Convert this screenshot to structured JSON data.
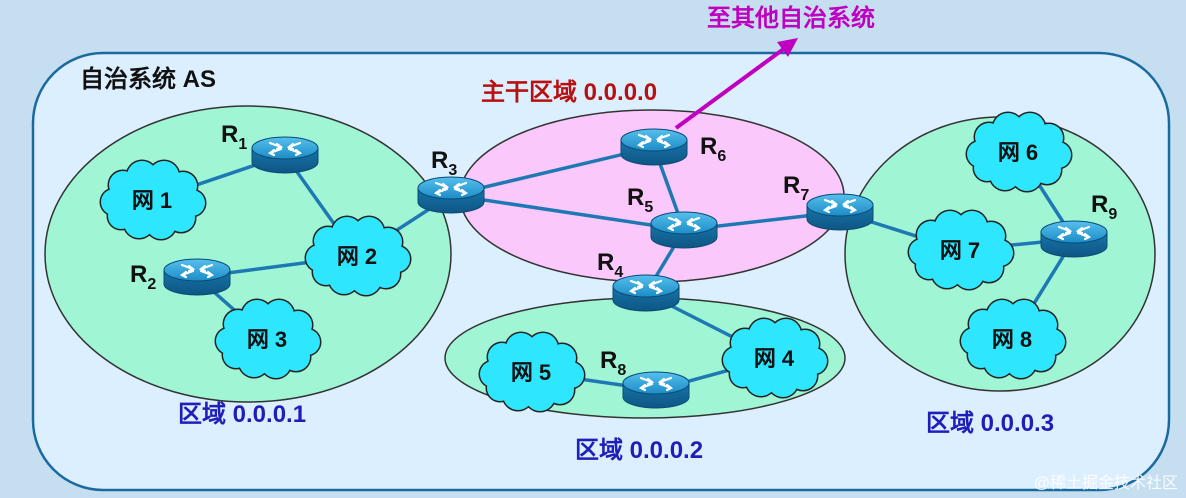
{
  "as_label": "自治系统 AS",
  "external_label": "至其他自治系统",
  "backbone_label": "主干区域 0.0.0.0",
  "areas": [
    {
      "id": "area1",
      "label": "区域 0.0.0.1"
    },
    {
      "id": "area2",
      "label": "区域 0.0.0.2"
    },
    {
      "id": "area3",
      "label": "区域 0.0.0.3"
    }
  ],
  "routers": [
    {
      "id": "R1",
      "letter": "R",
      "sub": "1"
    },
    {
      "id": "R2",
      "letter": "R",
      "sub": "2"
    },
    {
      "id": "R3",
      "letter": "R",
      "sub": "3"
    },
    {
      "id": "R4",
      "letter": "R",
      "sub": "4"
    },
    {
      "id": "R5",
      "letter": "R",
      "sub": "5"
    },
    {
      "id": "R6",
      "letter": "R",
      "sub": "6"
    },
    {
      "id": "R7",
      "letter": "R",
      "sub": "7"
    },
    {
      "id": "R8",
      "letter": "R",
      "sub": "8"
    },
    {
      "id": "R9",
      "letter": "R",
      "sub": "9"
    }
  ],
  "networks": [
    {
      "id": "N1",
      "label": "网 1"
    },
    {
      "id": "N2",
      "label": "网 2"
    },
    {
      "id": "N3",
      "label": "网 3"
    },
    {
      "id": "N4",
      "label": "网 4"
    },
    {
      "id": "N5",
      "label": "网 5"
    },
    {
      "id": "N6",
      "label": "网 6"
    },
    {
      "id": "N7",
      "label": "网 7"
    },
    {
      "id": "N8",
      "label": "网 8"
    }
  ],
  "links": [
    [
      "R1",
      "N1"
    ],
    [
      "R1",
      "N2"
    ],
    [
      "R2",
      "N2"
    ],
    [
      "R2",
      "N3"
    ],
    [
      "R3",
      "N2"
    ],
    [
      "R3",
      "R6"
    ],
    [
      "R3",
      "R5"
    ],
    [
      "R5",
      "R6"
    ],
    [
      "R5",
      "R7"
    ],
    [
      "R5",
      "R4"
    ],
    [
      "R4",
      "N4"
    ],
    [
      "R8",
      "N5"
    ],
    [
      "R8",
      "N4"
    ],
    [
      "R7",
      "N7"
    ],
    [
      "R9",
      "N7"
    ],
    [
      "R9",
      "N6"
    ],
    [
      "R9",
      "N8"
    ]
  ],
  "watermark": "@稀土掘金技术社区",
  "colors": {
    "background": "#c5dff0",
    "as_fill": "#dcefff",
    "area_fill": "#9ff5d4",
    "backbone_fill": "#fbc8fb",
    "cloud_fill": "#2fe6ff",
    "router": "#1a8fc8",
    "link": "#1e78b4",
    "arrow": "#c000c0",
    "backbone_text": "#b81010",
    "area_text": "#1e1eb8"
  }
}
